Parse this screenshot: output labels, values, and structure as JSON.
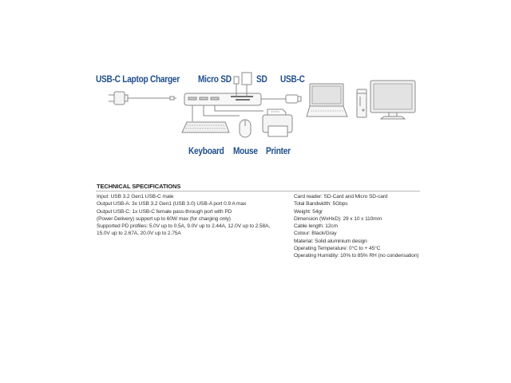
{
  "diagram": {
    "labels": {
      "charger": "USB-C Laptop Charger",
      "micro_sd": "Micro SD",
      "sd": "SD",
      "usb_c": "USB-C",
      "keyboard": "Keyboard",
      "mouse": "Mouse",
      "printer": "Printer"
    },
    "colors": {
      "label": "#1f4e8c",
      "line": "#8a8a8a",
      "fill": "#e8e8e8"
    }
  },
  "specs": {
    "title": "TECHNICAL SPECIFICATIONS",
    "left": [
      "Input: USB 3.2 Gen1 USB-C male",
      "Output USB-A: 3x USB 3.2 Gen1 (USB 3.0) USB-A port 0.9 A max",
      "Output USB-C: 1x USB-C female pass-through port with PD",
      "(Power Delivery) support up to 60W max (for charging only)",
      "Supported PD profiles: 5.0V up to 0.5A, 9.0V up to 2.44A, 12.0V up to 2.58A,",
      "15.0V up to 2.67A, 20.0V up to 2.75A"
    ],
    "right": [
      "Card reader: SD-Card and Micro SD-card",
      "Total Bandwidth: 5Gbps",
      "Weight: 54gr",
      "Dimension (WxHxD): 29 x 10 x 110mm",
      "Cable length: 12cm",
      "Colour: Black/Gray",
      "Material: Solid aluminium design",
      "Operating Temperature: 0°C to + 45°C",
      "Operating Humidity: 10% to 85% RH (no condensation)"
    ]
  }
}
